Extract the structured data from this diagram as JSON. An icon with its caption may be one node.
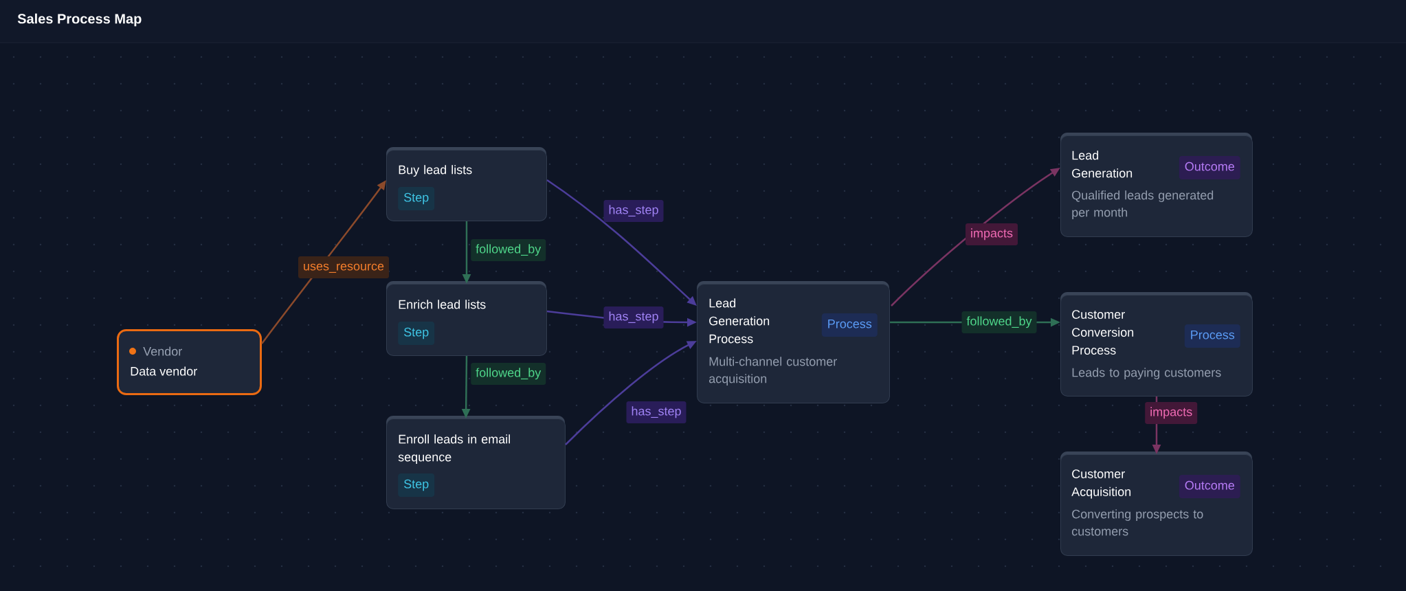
{
  "diagram": {
    "title": "Sales Process Map",
    "nodes": [
      {
        "text": [
          "Vendor",
          "Data vendor"
        ]
      },
      {
        "text": [
          "Buy lead lists",
          "Step"
        ]
      },
      {
        "text": [
          "Enrich lead lists",
          "Step"
        ]
      },
      {
        "text": [
          "Enroll leads in email sequence",
          "Step"
        ]
      },
      {
        "text": [
          "Lead Generation Process",
          "Process",
          "Multi-channel customer acquisition"
        ]
      },
      {
        "text": [
          "Lead Generation",
          "Outcome",
          "Qualified leads generated per month"
        ]
      },
      {
        "text": [
          "Customer Conversion Process",
          "Process",
          "Leads to paying customers"
        ]
      },
      {
        "text": [
          "Customer Acquisition",
          "Outcome",
          "Converting prospects to customers"
        ]
      }
    ],
    "edges": [
      {
        "from": 0,
        "to": 1,
        "arrow": "to",
        "label": "uses_resource",
        "color": "#8b4a2b"
      },
      {
        "from": 1,
        "to": 4,
        "arrow": "to",
        "label": "has_step",
        "color": "#4c3d9a"
      },
      {
        "from": 2,
        "to": 4,
        "arrow": "to",
        "label": "has_step",
        "color": "#4c3d9a"
      },
      {
        "from": 3,
        "to": 4,
        "arrow": "to",
        "label": "has_step",
        "color": "#4c3d9a"
      },
      {
        "from": 1,
        "to": 2,
        "arrow": "to",
        "label": "followed_by",
        "color": "#2f6f56"
      },
      {
        "from": 2,
        "to": 3,
        "arrow": "to",
        "label": "followed_by",
        "color": "#2f6f56"
      },
      {
        "from": 4,
        "to": 6,
        "arrow": "to",
        "label": "followed_by",
        "color": "#2f6f56"
      },
      {
        "from": 4,
        "to": 5,
        "arrow": "to",
        "label": "impacts",
        "color": "#7a3462"
      },
      {
        "from": 6,
        "to": 7,
        "arrow": "to",
        "label": "impacts",
        "color": "#7a3462"
      }
    ]
  }
}
